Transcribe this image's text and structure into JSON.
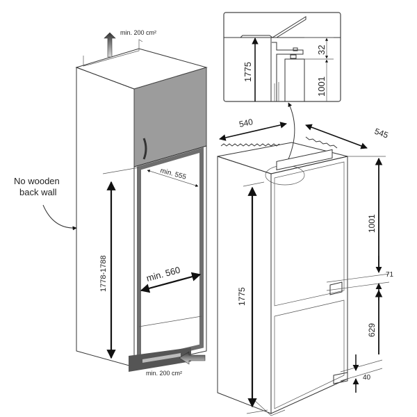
{
  "cabinet": {
    "vent_top_label": "min. 200 cm²",
    "vent_bottom_label": "min. 200 cm²",
    "back_wall_note": [
      "No wooden",
      "back wall"
    ],
    "niche_height_label": "1778-1788",
    "niche_depth_label": "min. 555",
    "niche_width_label": "min. 560"
  },
  "inset": {
    "total_height_label": "1775",
    "hinge_gap_label": "32",
    "lower_height_label": "1001"
  },
  "fridge": {
    "width_label": "540",
    "depth_label": "545",
    "height_label": "1775",
    "upper_height_label": "1001",
    "gap_label": "71",
    "lower_door_label": "629",
    "bottom_gap_label": "40"
  },
  "colors": {
    "door": "#9c9c9c",
    "frame": "#6e6e6e",
    "plinth": "#555555"
  }
}
